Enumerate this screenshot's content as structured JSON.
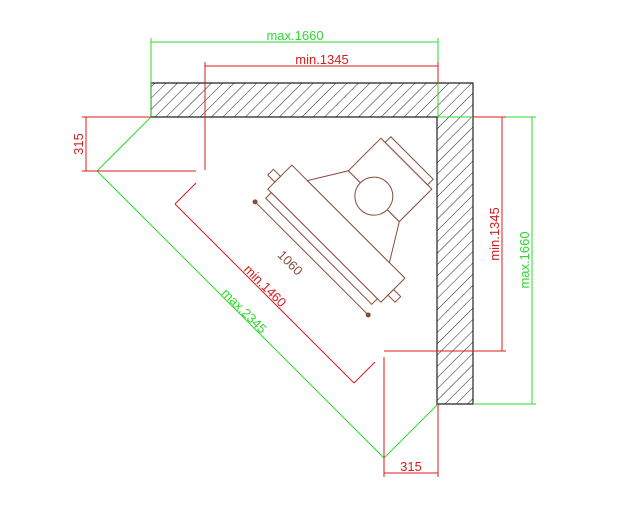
{
  "drawing": {
    "colors": {
      "green": "#2fd82f",
      "red": "#d81c1c",
      "wall": "#222222",
      "hood": "#8a4b3a",
      "background": "#ffffff"
    },
    "dimensions": {
      "top_max": "max.1660",
      "top_min": "min.1345",
      "right_min": "min.1345",
      "right_max": "max.1660",
      "left_offset": "315",
      "bottom_offset": "315",
      "hood_width": "1060",
      "diag_min": "min.1460",
      "diag_max": "max.2345"
    }
  }
}
